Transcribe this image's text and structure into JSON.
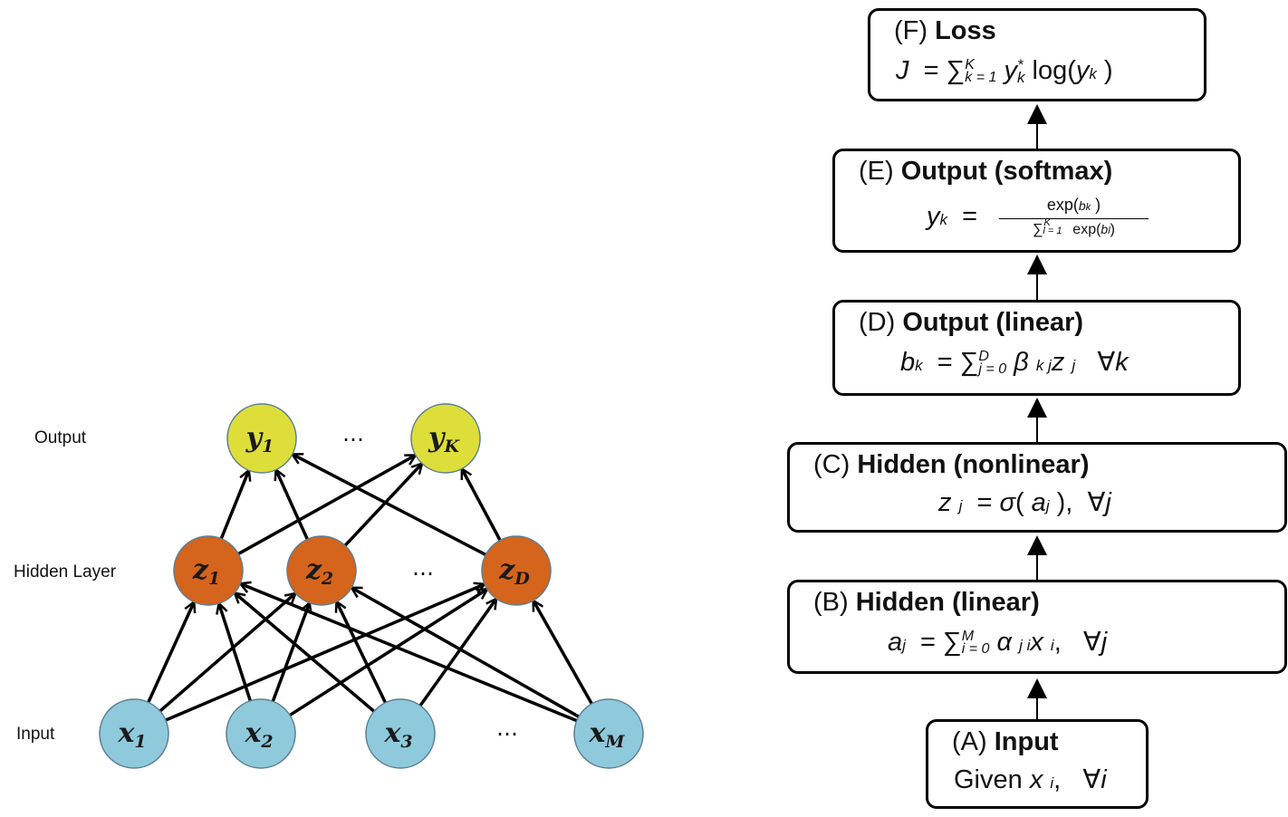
{
  "left": {
    "row_labels": {
      "output": "Output",
      "hidden": "Hidden Layer",
      "input": "Input"
    },
    "output_nodes": [
      {
        "base": "y",
        "sub": "1"
      },
      {
        "base": "y",
        "sub": "K"
      }
    ],
    "hidden_nodes": [
      {
        "base": "z",
        "sub": "1"
      },
      {
        "base": "z",
        "sub": "2"
      },
      {
        "base": "z",
        "sub": "D"
      }
    ],
    "input_nodes": [
      {
        "base": "x",
        "sub": "1"
      },
      {
        "base": "x",
        "sub": "2"
      },
      {
        "base": "x",
        "sub": "3"
      },
      {
        "base": "x",
        "sub": "M"
      }
    ],
    "ellipsis": "…",
    "colors": {
      "output": "#dede3b",
      "hidden": "#d5641c",
      "input": "#8fc9dc"
    }
  },
  "right": {
    "F": {
      "tag": "(F)",
      "title": "Loss"
    },
    "E": {
      "tag": "(E)",
      "title": "Output (softmax)"
    },
    "D": {
      "tag": "(D)",
      "title": "Output (linear)"
    },
    "C": {
      "tag": "(C)",
      "title": "Hidden (nonlinear)"
    },
    "B": {
      "tag": "(B)",
      "title": "Hidden (linear)"
    },
    "A": {
      "tag": "(A)",
      "title": "Input",
      "given": "Given"
    }
  }
}
